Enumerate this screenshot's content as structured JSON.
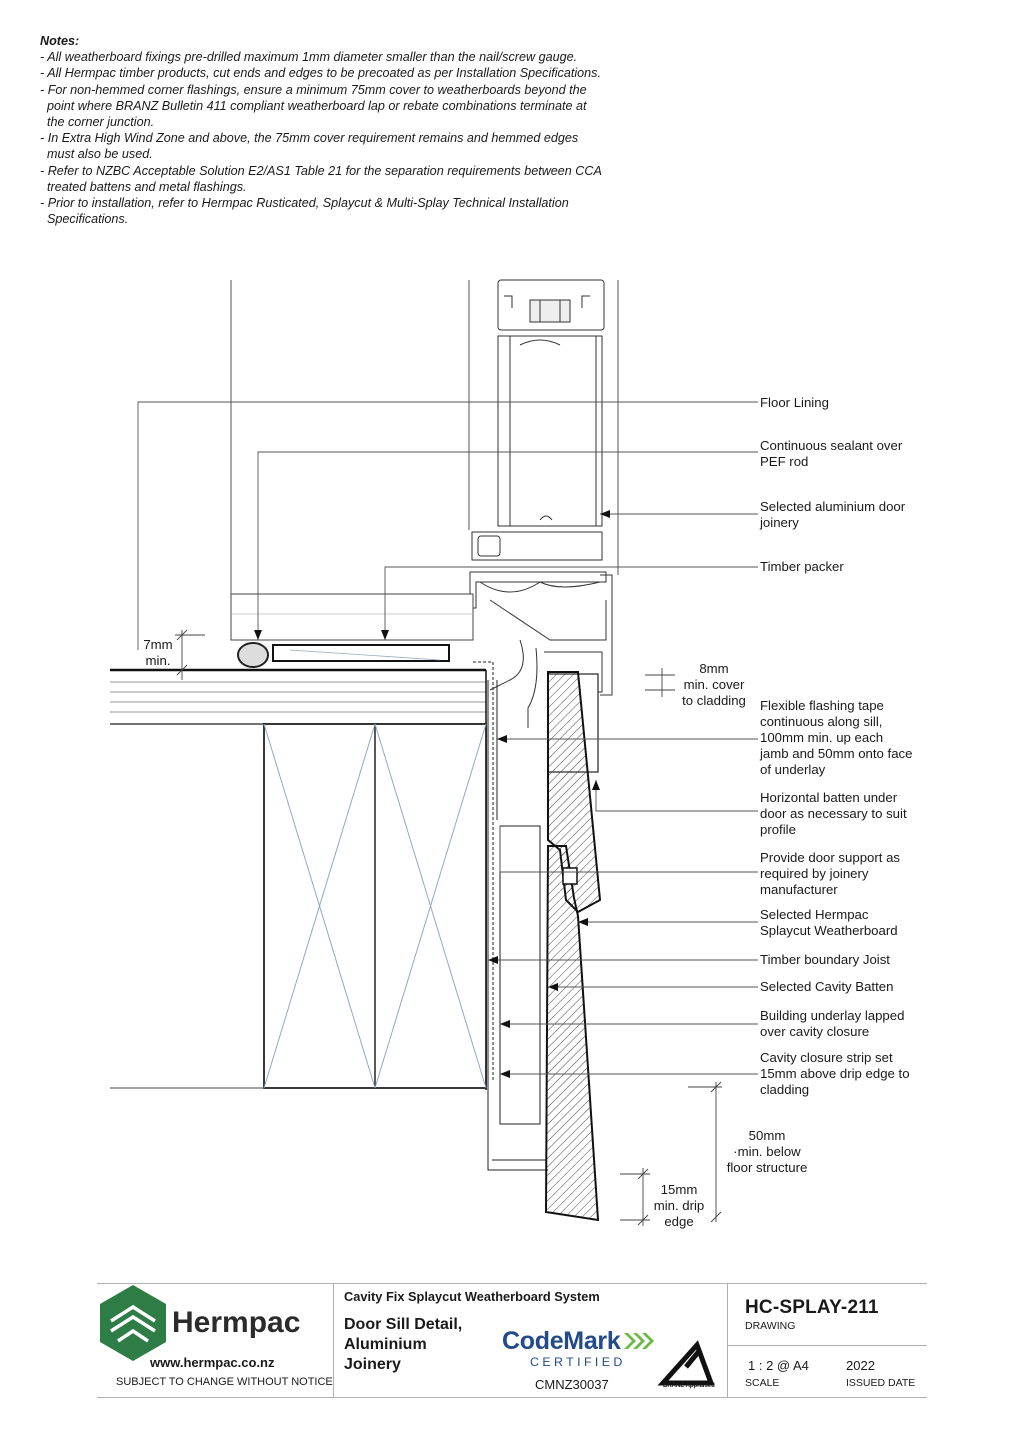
{
  "notes": {
    "heading": "Notes:",
    "lines": [
      "- All weatherboard fixings pre-drilled maximum 1mm diameter smaller than the nail/screw gauge.",
      "- All Hermpac timber products, cut ends and edges to be precoated as per Installation Specifications.",
      "- For non-hemmed corner flashings, ensure a minimum 75mm cover to weatherboards beyond the",
      "  point where BRANZ Bulletin 411 compliant weatherboard lap or rebate combinations terminate at",
      "  the corner junction.",
      "- In Extra High Wind Zone and above, the 75mm cover requirement remains and hemmed edges",
      "  must also be used.",
      "- Refer to NZBC Acceptable Solution E2/AS1 Table 21 for the separation requirements between CCA",
      "  treated battens and metal flashings.",
      "- Prior to installation, refer to Hermpac Rusticated, Splaycut & Multi-Splay Technical Installation",
      "  Specifications."
    ]
  },
  "labels": {
    "floor_lining": "Floor Lining",
    "sealant": "Continuous sealant over\nPEF rod",
    "door_joinery": "Selected aluminium door\njoinery",
    "timber_packer": "Timber packer",
    "flashing_tape": "Flexible flashing tape\ncontinuous along sill,\n100mm min. up each\njamb and 50mm onto face\nof underlay",
    "horizontal_batten": "Horizontal batten under\ndoor as necessary to suit\nprofile",
    "door_support": "Provide door support as\nrequired by joinery\nmanufacturer",
    "weatherboard": "Selected Hermpac\nSplaycut Weatherboard",
    "boundary_joist": "Timber boundary Joist",
    "cavity_batten": "Selected Cavity Batten",
    "underlay": "Building underlay lapped\nover cavity closure",
    "closure_strip": "Cavity closure strip set\n15mm above drip edge to\ncladding"
  },
  "dimensions": {
    "seven_mm": "7mm\nmin.",
    "eight_mm": "8mm\nmin. cover\nto cladding",
    "fifty_mm": "50mm\n·min. below\nfloor structure",
    "fifteen_mm": "15mm\nmin. drip\nedge"
  },
  "title_block": {
    "brand": "Hermpac",
    "website": "www.hermpac.co.nz",
    "notice": "SUBJECT TO CHANGE WITHOUT NOTICE",
    "system": "Cavity Fix Splaycut Weatherboard System",
    "title": "Door Sill Detail,\nAluminium\nJoinery",
    "codemark": "CodeMark",
    "certified": "CERTIFIED",
    "cert_no": "CMNZ30037",
    "branz": "BRANZ Appraised",
    "drawing_no": "HC-SPLAY-211",
    "drawing_label": "DRAWING",
    "scale": "1 : 2 @ A4",
    "scale_label": "SCALE",
    "issued": "2022",
    "issued_label": "ISSUED DATE"
  },
  "colors": {
    "brand_green": "#2e7d46",
    "codemark_blue": "#234a8a",
    "codemark_green": "#6dbb45",
    "joist_cross": "#8fa8c8"
  }
}
